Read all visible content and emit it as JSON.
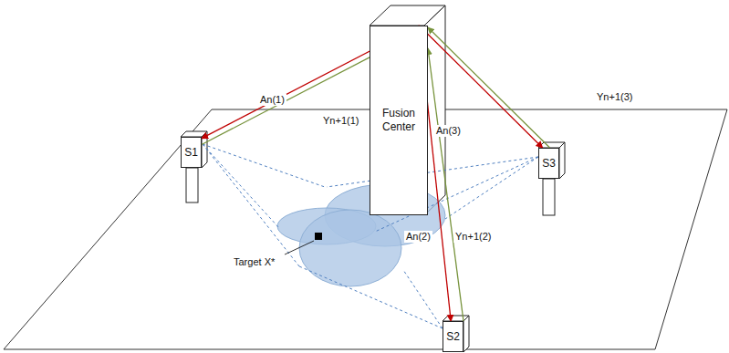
{
  "diagram": {
    "nodes": [
      {
        "text": [
          "Fusion Center"
        ]
      },
      {
        "text": [
          "S1"
        ]
      },
      {
        "text": [
          "S2"
        ]
      },
      {
        "text": [
          "S3"
        ]
      }
    ],
    "edges": [
      {
        "from": 0,
        "to": 1,
        "arrow": "to",
        "label": "An(1)"
      },
      {
        "from": 1,
        "to": 0,
        "arrow": "to",
        "label": "Yn+1(1)"
      },
      {
        "from": 0,
        "to": 2,
        "arrow": "to",
        "label": "An(2)"
      },
      {
        "from": 2,
        "to": 0,
        "arrow": "to",
        "label": "Yn+1(2)"
      },
      {
        "from": 0,
        "to": 3,
        "arrow": "to",
        "label": "An(3)"
      },
      {
        "from": 3,
        "to": 0,
        "arrow": "to",
        "label": "Yn+1(3)"
      }
    ],
    "labels": [
      "Target X*"
    ]
  }
}
